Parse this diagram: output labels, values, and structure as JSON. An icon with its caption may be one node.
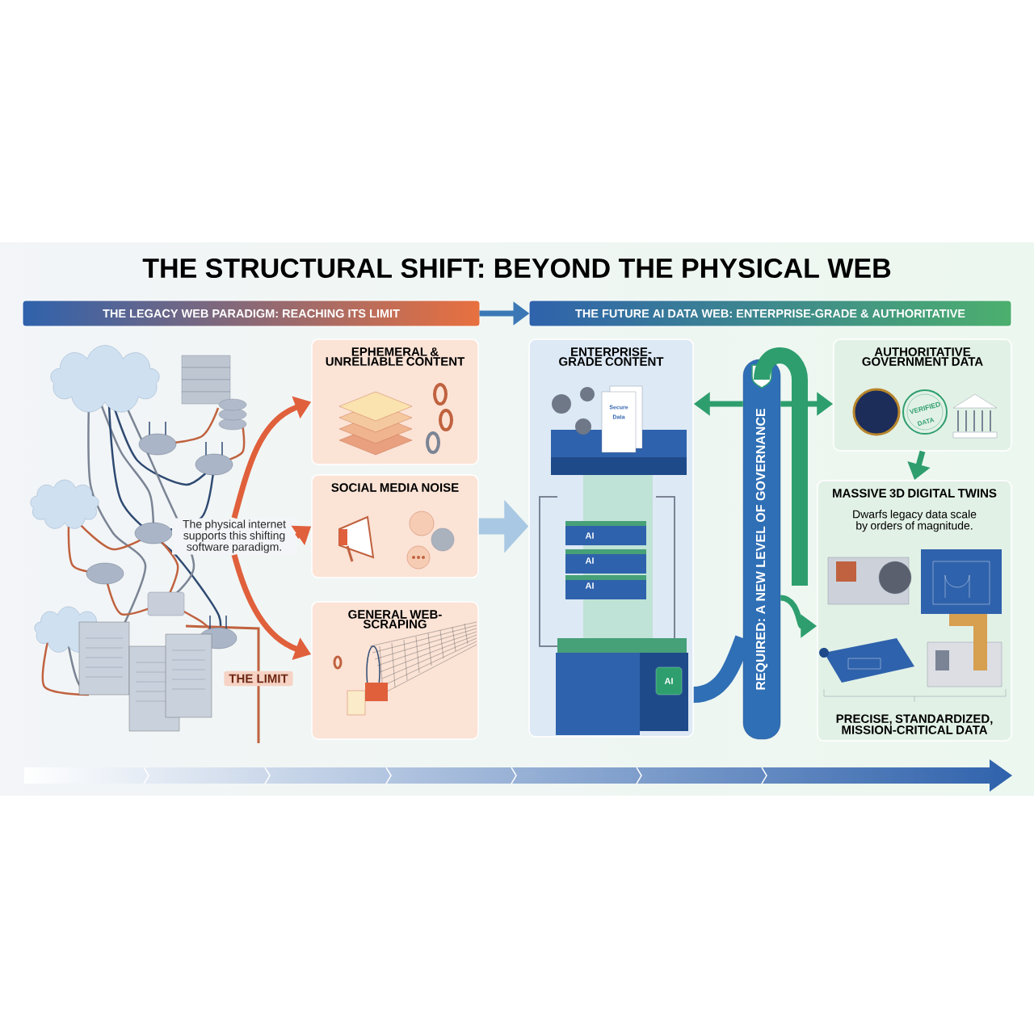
{
  "diagram": {
    "title": "THE STRUCTURAL SHIFT: BEYOND THE PHYSICAL WEB",
    "nodes": [
      {
        "text": [
          "THE LEGACY WEB PARADIGM: REACHING ITS LIMIT"
        ]
      },
      {
        "text": [
          "THE FUTURE AI DATA WEB: ENTERPRISE-GRADE & AUTHORITATIVE"
        ]
      },
      {
        "text": [
          "The physical internet supports this shifting software paradigm."
        ]
      },
      {
        "text": [
          "EPHEMERAL & UNRELIABLE CONTENT"
        ]
      },
      {
        "text": [
          "SOCIAL MEDIA NOISE"
        ]
      },
      {
        "text": [
          "GENERAL WEB-SCRAPING"
        ]
      },
      {
        "text": [
          "THE LIMIT"
        ]
      },
      {
        "text": [
          "ENTERPRISE-GRADE CONTENT"
        ]
      },
      {
        "text": [
          "REQUIRED: A NEW LEVEL OF GOVERNANCE"
        ]
      },
      {
        "text": [
          "AUTHORITATIVE GOVERNMENT DATA"
        ]
      },
      {
        "text": [
          "MASSIVE 3D DIGITAL TWINS",
          "Dwarfs legacy data scale by orders of magnitude.",
          "PRECISE, STANDARDIZED, MISSION-CRITICAL DATA"
        ]
      }
    ],
    "edges": [
      {
        "from": 0,
        "to": 1,
        "arrow": "to",
        "color": "#3b78b5"
      },
      {
        "from": 2,
        "to": 3,
        "arrow": "to",
        "color": "#e0603c"
      },
      {
        "from": 2,
        "to": 4,
        "arrow": "to",
        "color": "#e0603c"
      },
      {
        "from": 2,
        "to": 5,
        "arrow": "to",
        "color": "#e0603c"
      },
      {
        "from": 4,
        "to": 7,
        "arrow": "to",
        "style": "thick",
        "color": "#a9c8e3"
      },
      {
        "from": 8,
        "to": 7,
        "arrow": "to"
      },
      {
        "from": 8,
        "to": 9,
        "arrow": "to"
      },
      {
        "from": 9,
        "to": 10,
        "arrow": "to"
      },
      {
        "from": 8,
        "to": 10,
        "arrow": "to"
      },
      {
        "from": 7,
        "to": 8,
        "arrow": "none",
        "style": "thick",
        "color": "#2f6fb5"
      }
    ],
    "labels": [
      "Secure Data",
      "AI",
      "AI",
      "AI",
      "AI",
      "VERIFIED",
      "DATA"
    ]
  }
}
